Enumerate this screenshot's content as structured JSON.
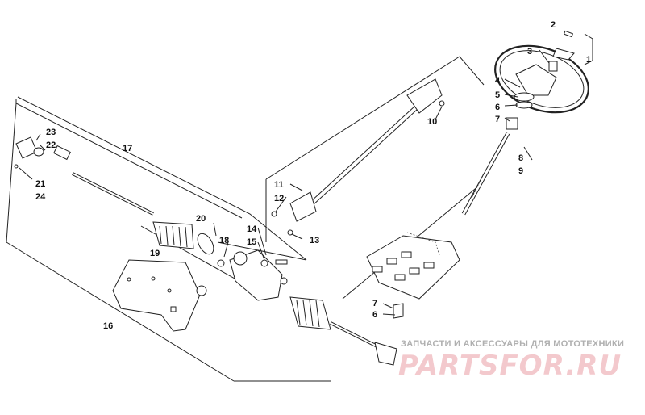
{
  "callouts": {
    "c1": "1",
    "c2": "2",
    "c3": "3",
    "c4": "4",
    "c5": "5",
    "c6": "6",
    "c7": "7",
    "c8": "8",
    "c9": "9",
    "c10": "10",
    "c11": "11",
    "c12": "12",
    "c13": "13",
    "c14": "14",
    "c15": "15",
    "c16": "16",
    "c17": "17",
    "c18": "18",
    "c19": "19",
    "c20": "20",
    "c21": "21",
    "c22": "22",
    "c23": "23",
    "c24": "24",
    "c7b": "7",
    "c6b": "6"
  },
  "watermark": {
    "tagline": "ЗАПЧАСТИ И АКСЕССУАРЫ ДЛЯ МОТОТЕХНИКИ",
    "logo": "PARTSFOR.RU"
  },
  "colors": {
    "ink": "#222222",
    "watermark_red": "#e38a93",
    "watermark_gray": "#b0b0b0"
  }
}
